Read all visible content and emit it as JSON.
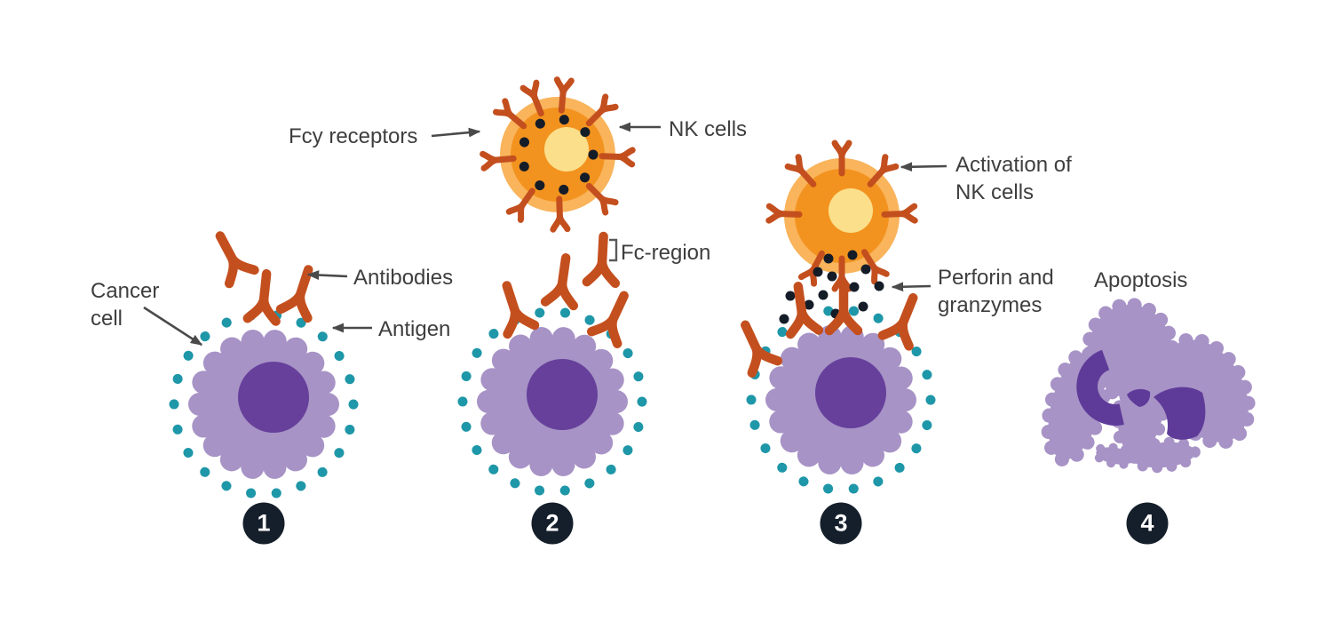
{
  "labels": {
    "fcy_receptors": "Fcy receptors",
    "nk_cells": "NK cells",
    "antibodies": "Antibodies",
    "antigen": "Antigen",
    "cancer_cell": "Cancer cell",
    "fc_region": "Fc-region",
    "activation_nk": "Activation of NK cells",
    "perforin_granzymes": "Perforin and granzymes",
    "apoptosis": "Apoptosis"
  },
  "steps": [
    {
      "number": "1"
    },
    {
      "number": "2"
    },
    {
      "number": "3"
    },
    {
      "number": "4"
    }
  ],
  "colors": {
    "background": "#FFFFFF",
    "text": "#3E3E3E",
    "arrow": "#4A4A4A",
    "bracket": "#5A5A5A",
    "badge_bg": "#151F2B",
    "badge_text": "#FFFFFF",
    "nk_halo": "#F9B45C",
    "nk_body": "#F3931F",
    "nk_nucleus": "#FBDF8B",
    "cancer_body": "#A793C6",
    "cancer_nucleus": "#66409B",
    "antigen": "#1E97A8",
    "antibody": "#C44F1E",
    "granule": "#141C28",
    "apoptosis_light": "#A793C6",
    "apoptosis_dark": "#5F3B99"
  }
}
